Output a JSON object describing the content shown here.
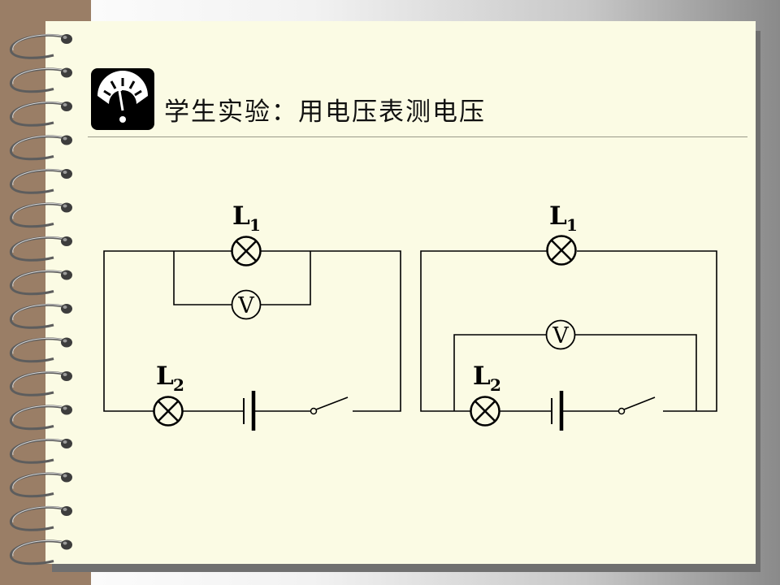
{
  "page": {
    "title": "学生实验：用电压表测电压",
    "icon": "voltmeter-gauge-icon"
  },
  "diagrams": [
    {
      "lamp_top": {
        "letter": "L",
        "sub": "1"
      },
      "lamp_bottom": {
        "letter": "L",
        "sub": "2"
      },
      "meter": "V"
    },
    {
      "lamp_top": {
        "letter": "L",
        "sub": "1"
      },
      "lamp_bottom": {
        "letter": "L",
        "sub": "2"
      },
      "meter": "V"
    }
  ],
  "colors": {
    "paper": "#fbfbe4",
    "binding": "#9a7e66",
    "ink": "#000000"
  }
}
